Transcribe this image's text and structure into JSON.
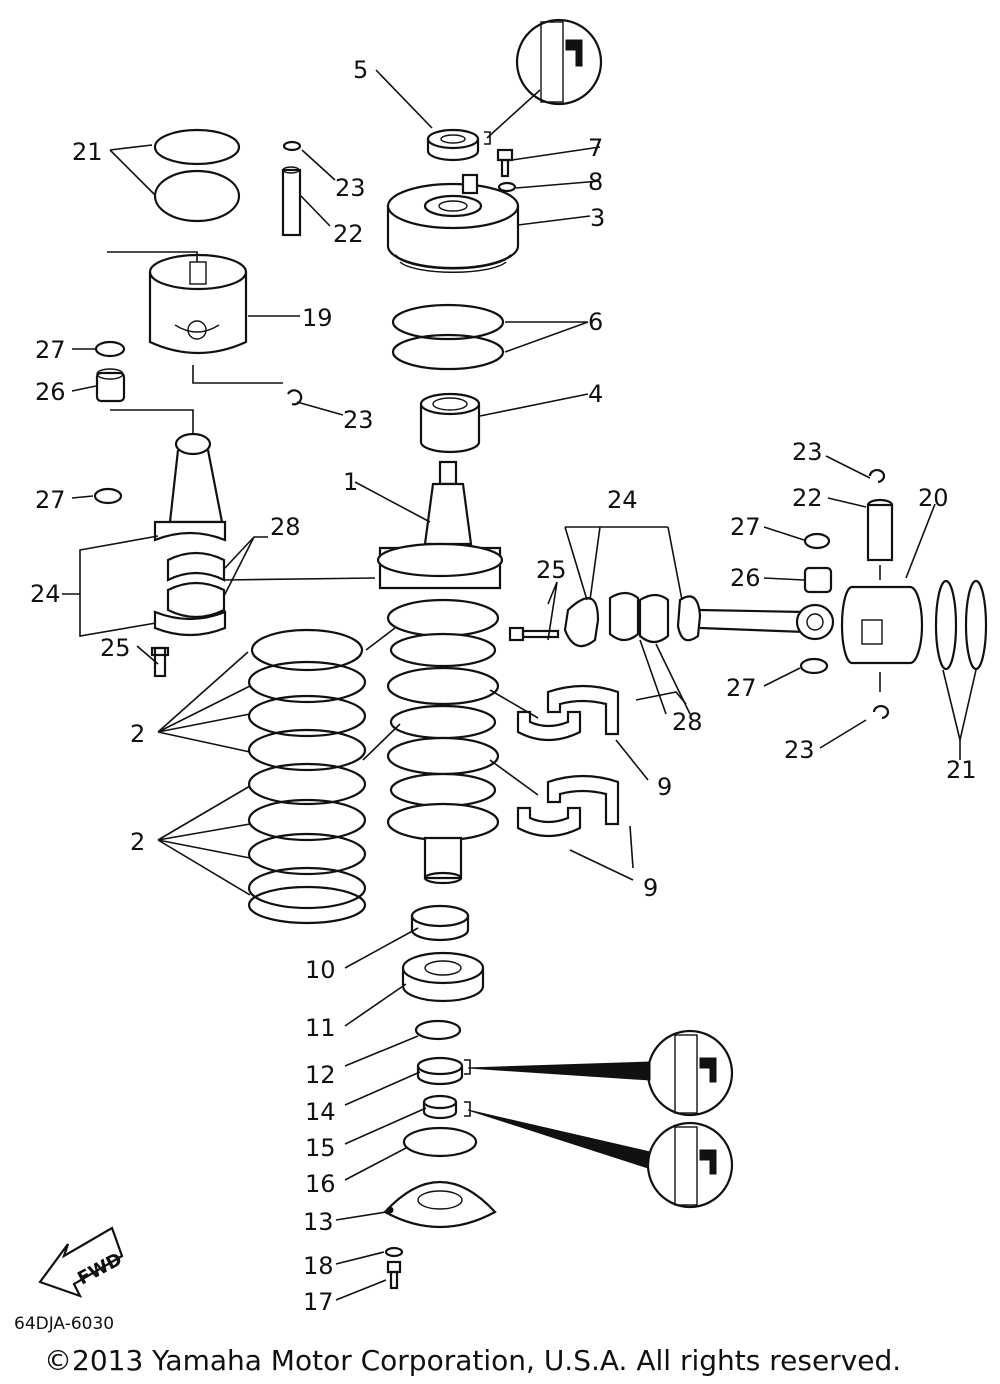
{
  "diagram": {
    "drawing_code": "64DJA-6030",
    "copyright": "©2013 Yamaha Motor Corporation, U.S.A. All rights reserved.",
    "direction_badge": "FWD",
    "callouts": {
      "c1": "1",
      "c2a": "2",
      "c2b": "2",
      "c3": "3",
      "c4": "4",
      "c5": "5",
      "c6": "6",
      "c7": "7",
      "c8": "8",
      "c9a": "9",
      "c9b": "9",
      "c10": "10",
      "c11": "11",
      "c12": "12",
      "c13": "13",
      "c14": "14",
      "c15": "15",
      "c16": "16",
      "c17": "17",
      "c18": "18",
      "c19": "19",
      "c20": "20",
      "c21a": "21",
      "c21b": "21",
      "c22a": "22",
      "c22b": "22",
      "c23a": "23",
      "c23b": "23",
      "c23c": "23",
      "c23d": "23",
      "c24a": "24",
      "c24b": "24",
      "c25a": "25",
      "c25b": "25",
      "c26a": "26",
      "c26b": "26",
      "c27a": "27",
      "c27b": "27",
      "c27c": "27",
      "c27d": "27",
      "c28a": "28",
      "c28b": "28"
    }
  }
}
